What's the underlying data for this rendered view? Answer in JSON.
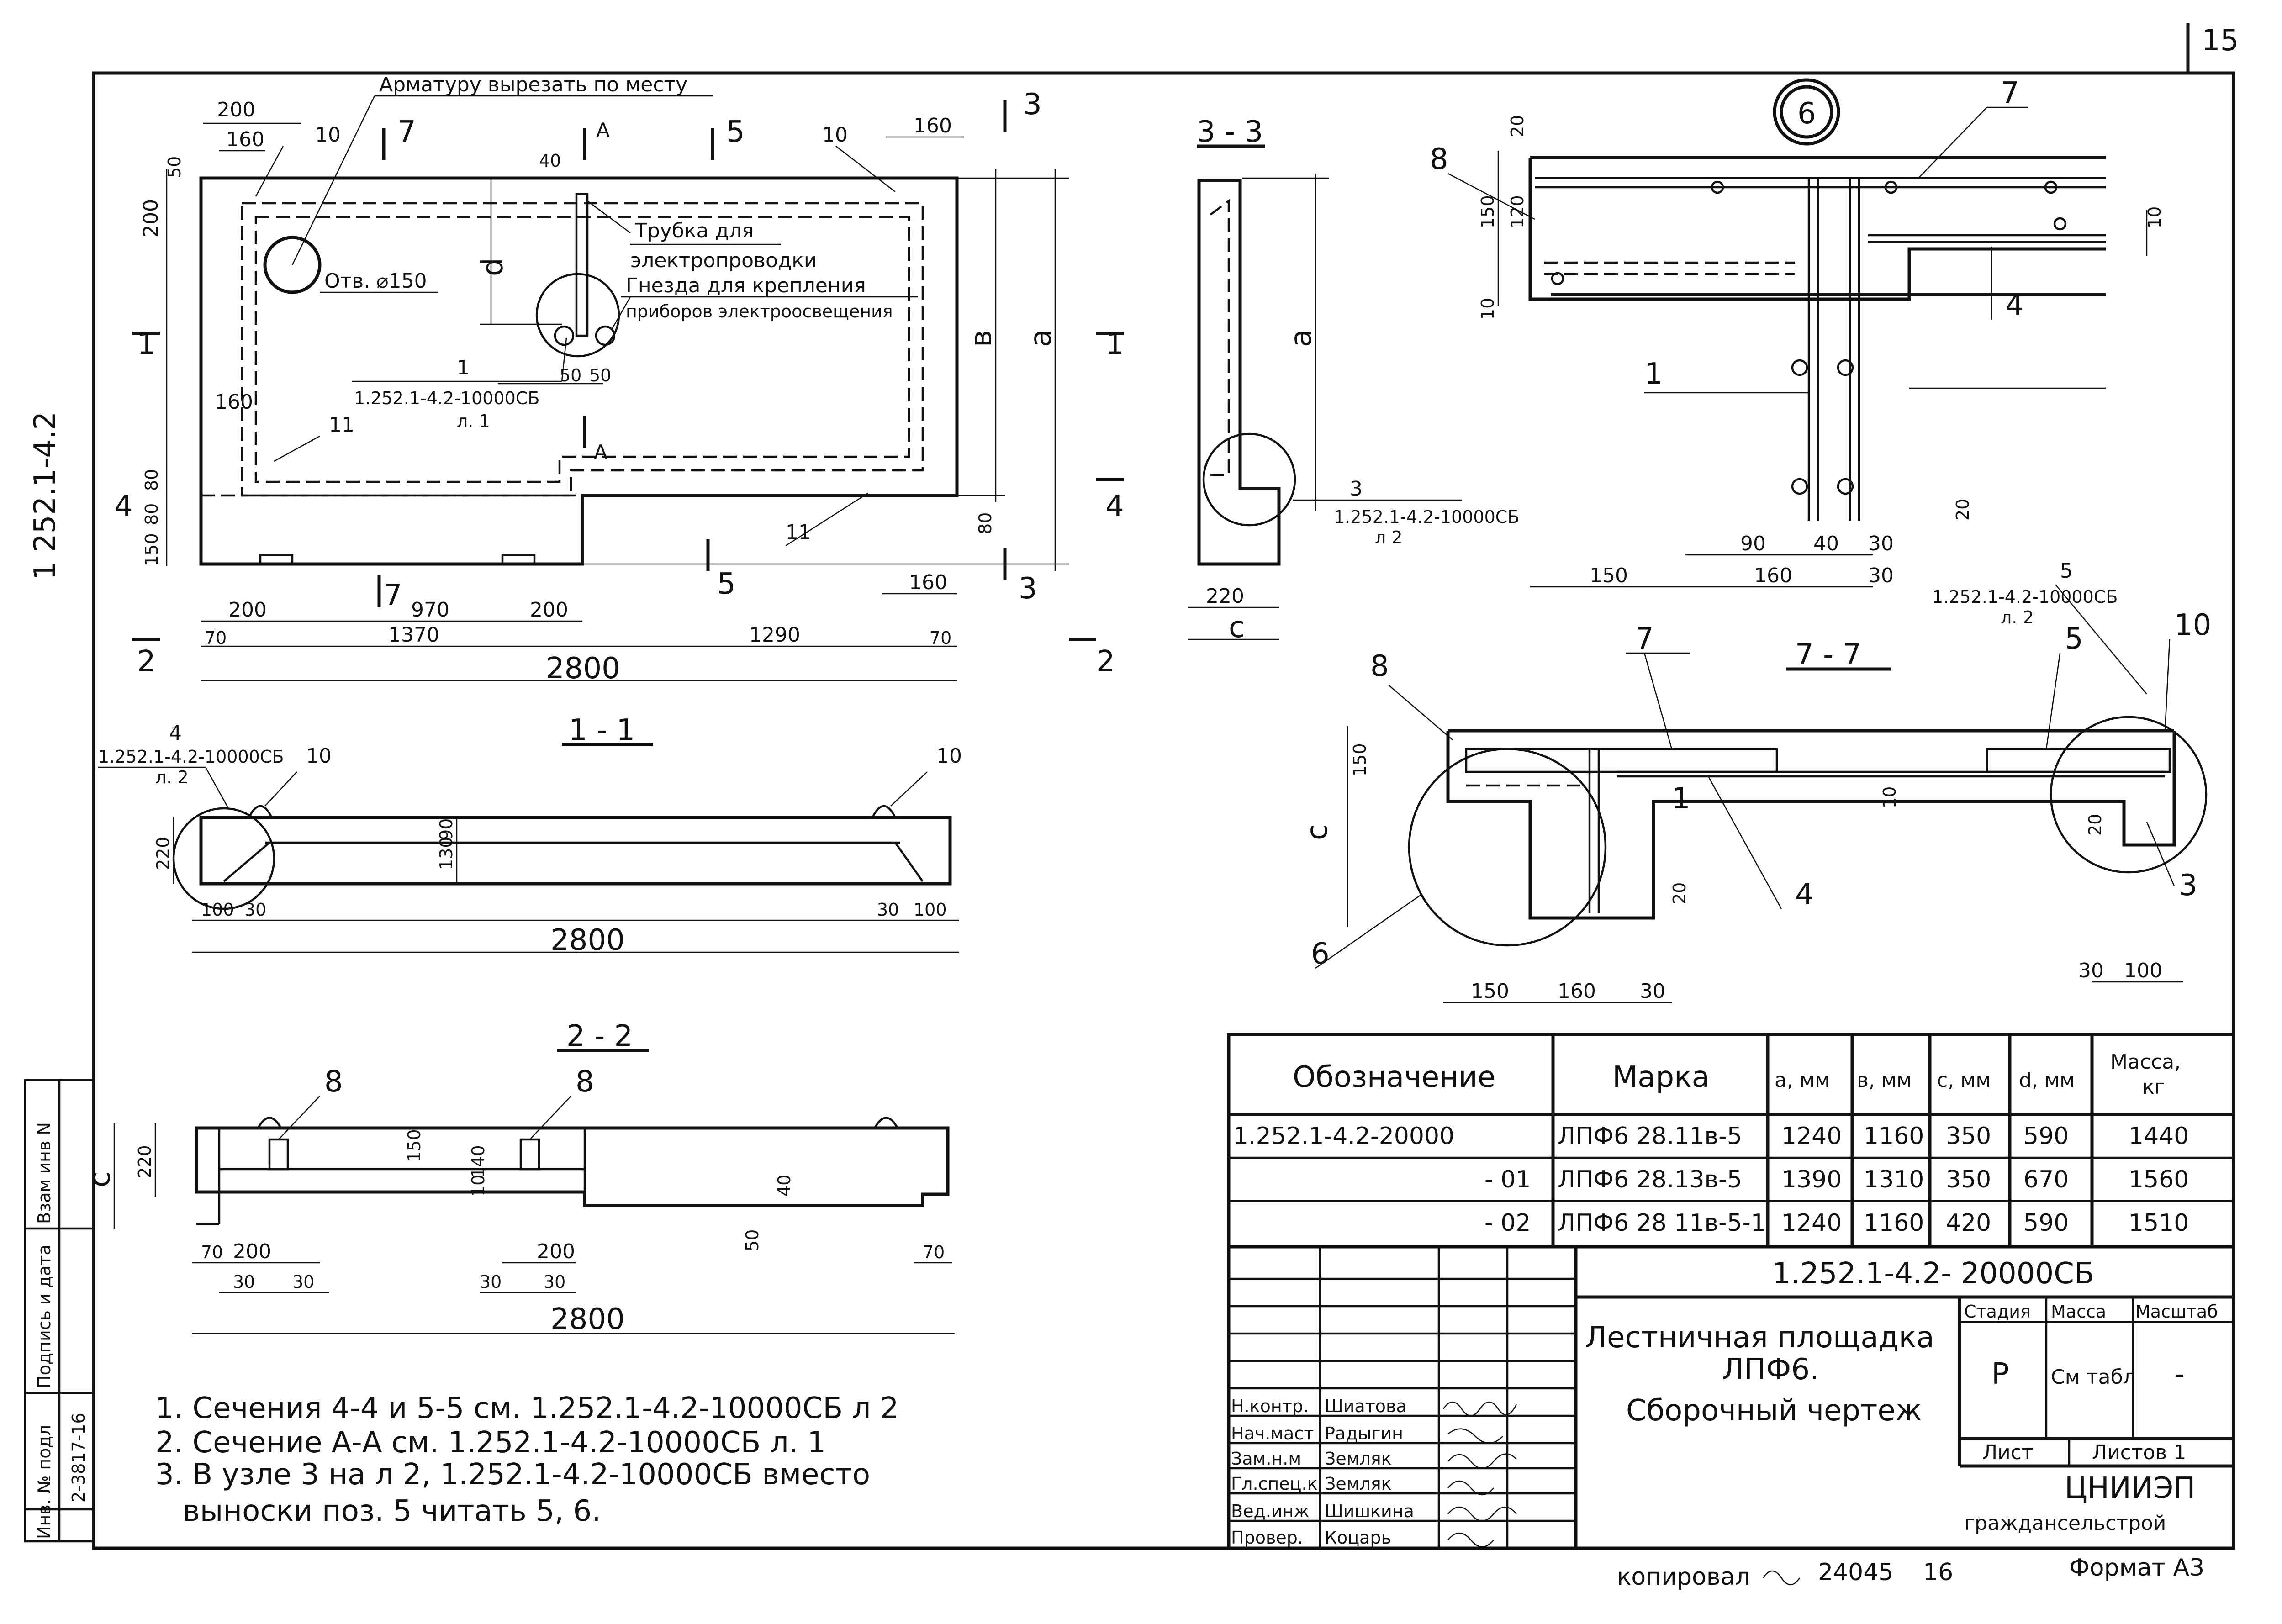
{
  "sheet": {
    "page_number": "15",
    "side_code": "1 252.1-4.2"
  },
  "plan": {
    "note_cut": "Арматуру вырезать по месту",
    "tube": "Трубка для",
    "tube2": "электропроводки",
    "sockets": "Гнезда для крепления",
    "sockets2": "приборов электроосвещения",
    "hole": "Отв. ⌀150",
    "ref1": "1",
    "ref1_doc": "1.252.1-4.2-10000СБ",
    "ref1_sheet": "л. 1",
    "dim_d": "d",
    "dim_b": "в",
    "dim_a": "a",
    "dims_top": [
      "200",
      "160",
      "10",
      "40",
      "10",
      "160"
    ],
    "dims_left": [
      "50",
      "200",
      "160",
      "80",
      "80",
      "150",
      "80"
    ],
    "dims_mid": [
      "50",
      "50"
    ],
    "dims_bottom": [
      "200",
      "970",
      "200",
      "160",
      "70",
      "1370",
      "1290",
      "70",
      "2800"
    ],
    "marks": [
      "7",
      "A",
      "5",
      "3",
      "1",
      "1",
      "4",
      "4",
      "7",
      "5",
      "3",
      "2",
      "2",
      "A"
    ],
    "pos": [
      "10",
      "10",
      "11",
      "11"
    ]
  },
  "sec33": {
    "title": "3 - 3",
    "dim_a": "a",
    "dim_c": "c",
    "dim_220": "220",
    "ref": "3",
    "ref_doc": "1.252.1-4.2-10000СБ",
    "ref_sheet": "л 2"
  },
  "node6": {
    "label": "6",
    "pos": [
      "8",
      "7",
      "4",
      "1"
    ],
    "dims_left": [
      "20",
      "120",
      "150",
      "10"
    ],
    "dims_right": [
      "10",
      "20"
    ],
    "dims_bottom": [
      "90",
      "40",
      "30",
      "150",
      "160",
      "30"
    ]
  },
  "sec11": {
    "title": "1 - 1",
    "ref": "4",
    "ref_doc": "1.252.1-4.2-10000СБ",
    "ref_sheet": "л. 2",
    "pos": [
      "10",
      "10"
    ],
    "dims": [
      "220",
      "130",
      "90",
      "100",
      "30",
      "30",
      "100",
      "2800"
    ]
  },
  "sec77": {
    "title": "7 - 7",
    "pos": [
      "8",
      "7",
      "5",
      "10",
      "1",
      "4",
      "3",
      "6"
    ],
    "ref5_doc": "1.252.1-4.2-10000СБ",
    "ref5_sheet": "л. 2",
    "ref5": "5",
    "dims": [
      "150",
      "c",
      "10",
      "20",
      "20",
      "150",
      "160",
      "30",
      "30",
      "100"
    ]
  },
  "sec22": {
    "title": "2 - 2",
    "pos": [
      "8",
      "8"
    ],
    "dims": [
      "c",
      "220",
      "150",
      "140",
      "10",
      "40",
      "50",
      "70",
      "200",
      "30",
      "30",
      "200",
      "30",
      "30",
      "70",
      "2800"
    ]
  },
  "notes": [
    "1. Сечения 4-4 и 5-5 см. 1.252.1-4.2-10000СБ л 2",
    "2. Сечение А-А см. 1.252.1-4.2-10000СБ л. 1",
    "3. В узле 3 на л 2, 1.252.1-4.2-10000СБ вместо",
    "выноски поз. 5    читать 5, 6."
  ],
  "spec": {
    "headers": [
      "Обозначение",
      "Марка",
      "a, мм",
      "в, мм",
      "c, мм",
      "d, мм",
      "Масса,",
      "кг"
    ],
    "rows": [
      {
        "oboz": "1.252.1-4.2-20000",
        "marka": "ЛПФ6 28.11в-5",
        "a": "1240",
        "b": "1160",
        "c": "350",
        "d": "590",
        "m": "1440"
      },
      {
        "oboz": "- 01",
        "marka": "ЛПФ6 28.13в-5",
        "a": "1390",
        "b": "1310",
        "c": "350",
        "d": "670",
        "m": "1560"
      },
      {
        "oboz": "- 02",
        "marka": "ЛПФ6 28 11в-5-1",
        "a": "1240",
        "b": "1160",
        "c": "420",
        "d": "590",
        "m": "1510"
      }
    ]
  },
  "title_block": {
    "doc_code": "1.252.1-4.2- 20000СБ",
    "name1": "Лестничная площадка",
    "name2": "ЛПФ6.",
    "name3": "Сборочный чертеж",
    "stadia_h": "Стадия",
    "massa_h": "Масса",
    "masshtab_h": "Масштаб",
    "stadia": "Р",
    "massa": "См табл",
    "masshtab": "-",
    "list": "Лист",
    "listov": "Листов 1",
    "org1": "ЦНИИЭП",
    "org2": "граждансельстрой",
    "people": [
      {
        "role": "Н.контр.",
        "name": "Шиатова"
      },
      {
        "role": "Нач.маст",
        "name": "Радыгин"
      },
      {
        "role": "Зам.н.м",
        "name": "Земляк"
      },
      {
        "role": "Гл.спец.к",
        "name": "Земляк"
      },
      {
        "role": "Вед.инж",
        "name": "Шишкина"
      },
      {
        "role": "Провер.",
        "name": "Коцарь"
      }
    ]
  },
  "left_strip": [
    "Инв. № подл",
    "Подпись и дата",
    "Взам инв N",
    "2-3817-16"
  ],
  "footer": {
    "copied": "копировал",
    "num": "24045",
    "num2": "16",
    "format": "Формат А3"
  }
}
